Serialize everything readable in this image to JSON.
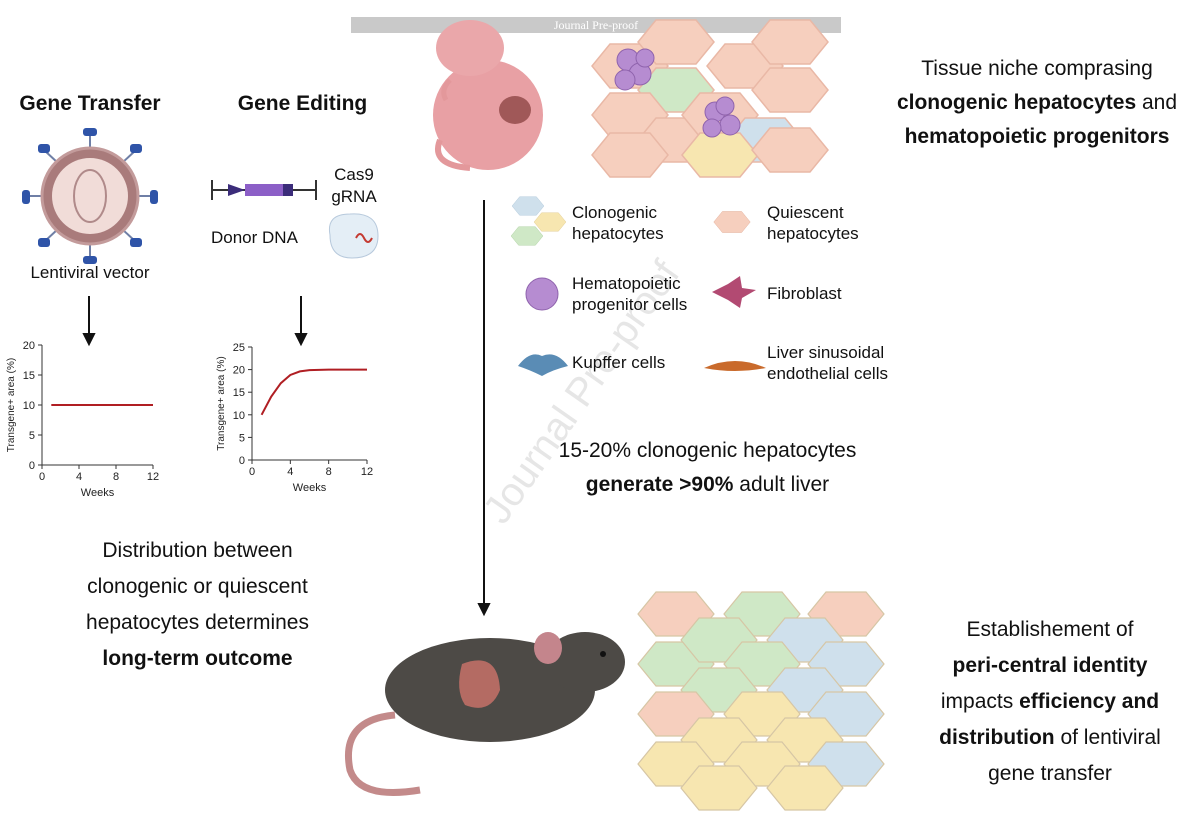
{
  "banner": "Journal Pre-proof",
  "watermark": "Journal Pre-proof",
  "gene_transfer": {
    "title": "Gene Transfer",
    "vector_label": "Lentiviral vector"
  },
  "gene_editing": {
    "title": "Gene Editing",
    "donor_label": "Donor DNA",
    "cas9_line1": "Cas9",
    "cas9_line2": "gRNA"
  },
  "niche": {
    "line1": "Tissue niche comprasing",
    "line2_bold": "clonogenic hepatocytes",
    "line2_rest": " and",
    "line3_bold": "hematopoietic progenitors"
  },
  "legend": {
    "clonogenic": [
      "Clonogenic",
      "hepatocytes"
    ],
    "quiescent": [
      "Quiescent",
      "hepatocytes"
    ],
    "hpc": [
      "Hematopoietic",
      "progenitor cells"
    ],
    "fibroblast": "Fibroblast",
    "kupffer": "Kupffer cells",
    "lsec": [
      "Liver sinusoidal",
      "endothelial cells"
    ]
  },
  "clonogenic_stat": {
    "line1": "15-20% clonogenic hepatocytes",
    "line2_bold": "generate >90%",
    "line2_rest": " adult liver"
  },
  "distribution": {
    "line1": "Distribution  between",
    "line2": "clonogenic or quiescent",
    "line3": "hepatocytes determines",
    "line4_bold": "long-term outcome"
  },
  "identity": {
    "line1": "Establishement of",
    "line2_bold": "peri-central identity",
    "line3_rest": "impacts ",
    "line3_bold": "efficiency and",
    "line4_bold": "distribution",
    "line4_rest": " of lentiviral",
    "line5": "gene transfer"
  },
  "colors": {
    "green": "#cfe8c6",
    "peach": "#f6cfbe",
    "blue": "#cfe0ec",
    "yellow": "#f7e6b0",
    "purple": "#b68cd1",
    "curve": "#b01e23"
  },
  "chart_data": [
    {
      "type": "line",
      "title": "",
      "xlabel": "Weeks",
      "ylabel": "Transgene+ area (%)",
      "xlim": [
        0,
        12
      ],
      "ylim": [
        0,
        20
      ],
      "xticks": [
        0,
        4,
        8,
        12
      ],
      "yticks": [
        0,
        5,
        10,
        15,
        20
      ],
      "series": [
        {
          "x": [
            1,
            12
          ],
          "y": [
            10,
            10
          ]
        }
      ]
    },
    {
      "type": "line",
      "title": "",
      "xlabel": "Weeks",
      "ylabel": "Transgene+ area (%)",
      "xlim": [
        0,
        12
      ],
      "ylim": [
        0,
        25
      ],
      "xticks": [
        0,
        4,
        8,
        12
      ],
      "yticks": [
        0,
        5,
        10,
        15,
        20,
        25
      ],
      "series": [
        {
          "x": [
            1,
            2,
            3,
            4,
            5,
            6,
            8,
            10,
            12
          ],
          "y": [
            10,
            14,
            17,
            18.8,
            19.6,
            19.9,
            20,
            20,
            20
          ]
        }
      ]
    }
  ]
}
